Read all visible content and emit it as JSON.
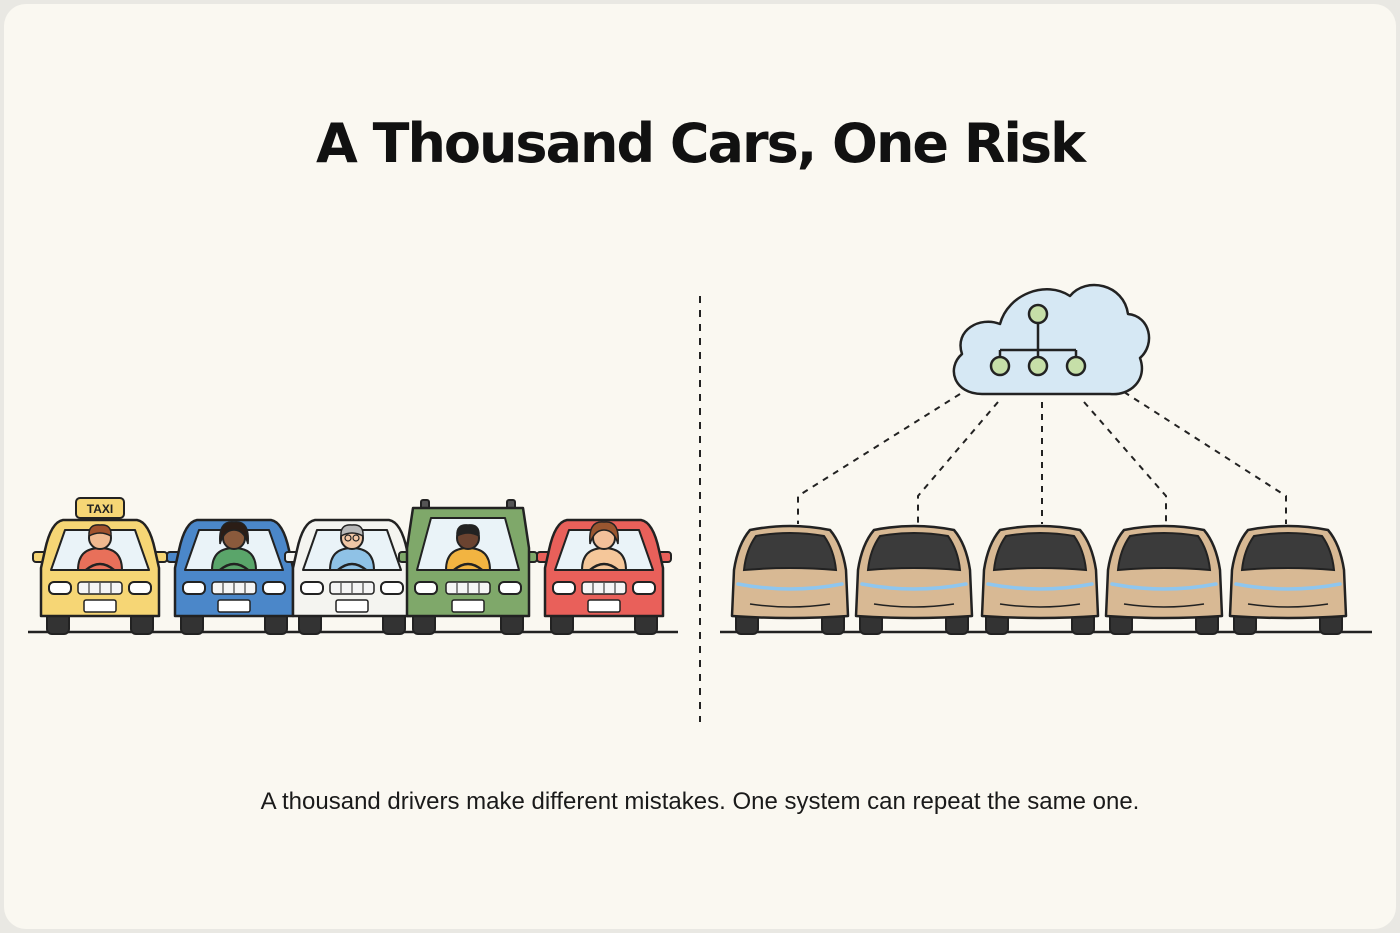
{
  "title": "A Thousand Cars, One Risk",
  "caption": "A thousand drivers make different mistakes. One system can repeat the same one.",
  "left_panel": {
    "cars": [
      {
        "name": "taxi",
        "roof_sign": "TAXI",
        "body_color": "#f6d675",
        "shirt_color": "#e8705a",
        "skin": "#f0b990",
        "hair": "#a0522d"
      },
      {
        "name": "blue-car",
        "body_color": "#4b87c9",
        "shirt_color": "#5aa56a",
        "skin": "#8a5a3c",
        "hair": "#2b1d16"
      },
      {
        "name": "white-car",
        "body_color": "#f4f4f0",
        "shirt_color": "#8fc2e6",
        "skin": "#f1c7a6",
        "hair": "#b8b8b8"
      },
      {
        "name": "green-suv",
        "body_color": "#7fa86a",
        "shirt_color": "#f2b441",
        "skin": "#6b4330",
        "hair": "#222222"
      },
      {
        "name": "red-car",
        "body_color": "#e9605a",
        "shirt_color": "#f5c79a",
        "skin": "#f3c09a",
        "hair": "#9a5630"
      }
    ]
  },
  "right_panel": {
    "cloud_icon": "network-tree-icon",
    "cloud_color": "#d6e8f4",
    "node_color": "#c6dfa8",
    "autonomous_car_color": "#d8b994",
    "light_strip_color": "#8ec6ef",
    "car_count": 5
  },
  "colors": {
    "background": "#faf8f1",
    "outline": "#222222"
  }
}
